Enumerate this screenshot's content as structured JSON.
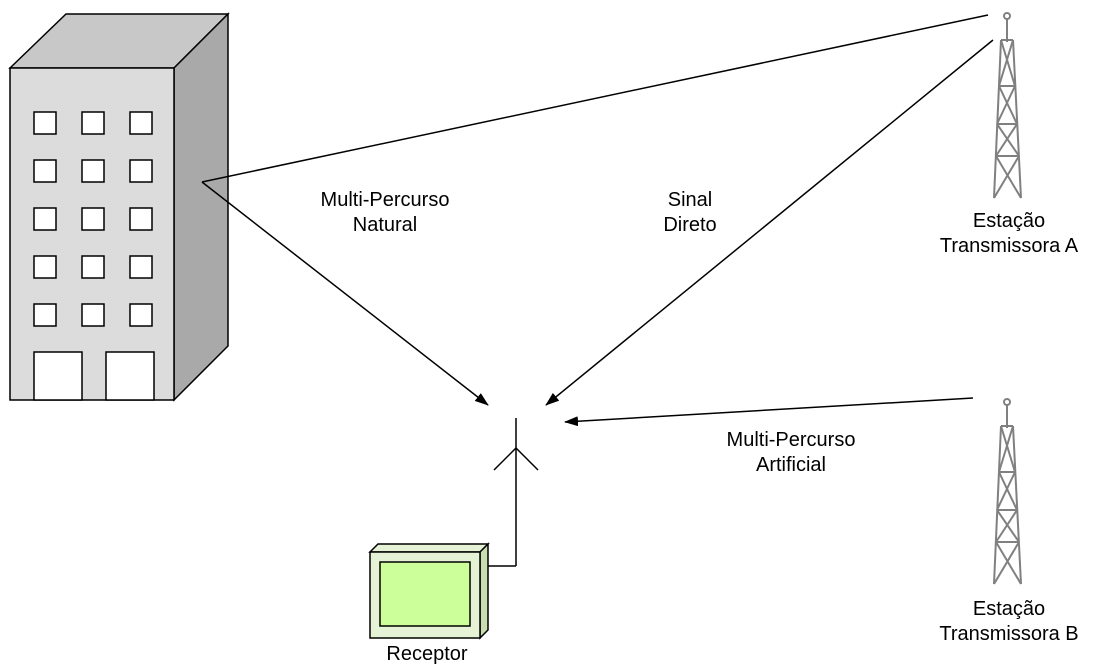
{
  "labels": {
    "natural_path": [
      "Multi-Percurso",
      "Natural"
    ],
    "direct_signal": [
      "Sinal",
      "Direto"
    ],
    "artificial_path": [
      "Multi-Percurso",
      "Artificial"
    ],
    "station_a": [
      "Estação",
      "Transmissora A"
    ],
    "station_b": [
      "Estação",
      "Transmissora B"
    ],
    "receiver": "Receptor"
  },
  "colors": {
    "line": "#000000",
    "building_front": "#dcdcdc",
    "building_side": "#a9a9a9",
    "building_top": "#c8c8c8",
    "tower": "#808080",
    "receiver_body": "#e6f2d6",
    "receiver_screen": "#ccff99"
  },
  "icons": [
    "building-icon",
    "tower-icon",
    "antenna-icon",
    "receiver-icon"
  ]
}
